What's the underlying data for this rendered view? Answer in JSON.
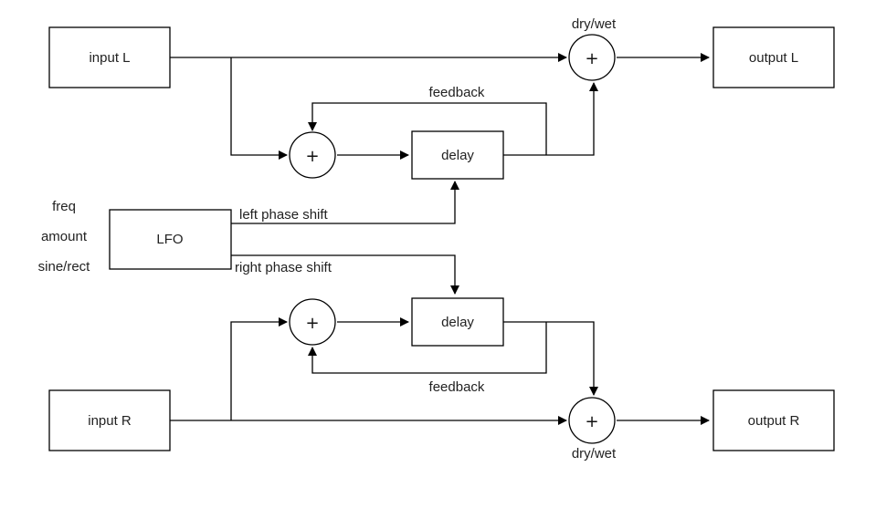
{
  "blocks": {
    "input_l": "input L",
    "input_r": "input R",
    "output_l": "output L",
    "output_r": "output R",
    "delay_l": "delay",
    "delay_r": "delay",
    "lfo": "LFO"
  },
  "summers": {
    "feedback_sum_symbol": "+",
    "mix_sum_symbol": "+"
  },
  "labels": {
    "dry_wet_top": "dry/wet",
    "dry_wet_bottom": "dry/wet",
    "feedback_top": "feedback",
    "feedback_bottom": "feedback",
    "left_phase_shift": "left phase shift",
    "right_phase_shift": "right phase shift"
  },
  "lfo_params": [
    "freq",
    "amount",
    "sine/rect"
  ]
}
